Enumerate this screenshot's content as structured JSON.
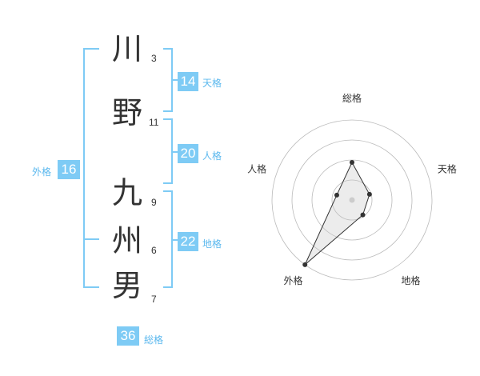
{
  "characters": [
    {
      "char": "川",
      "strokes": "3"
    },
    {
      "char": "野",
      "strokes": "11"
    },
    {
      "char": "九",
      "strokes": "9"
    },
    {
      "char": "州",
      "strokes": "6"
    },
    {
      "char": "男",
      "strokes": "7"
    }
  ],
  "fortunes": {
    "tenkaku": {
      "value": "14",
      "label": "天格"
    },
    "jinkaku": {
      "value": "20",
      "label": "人格"
    },
    "chikaku": {
      "value": "22",
      "label": "地格"
    },
    "gaikaku": {
      "value": "16",
      "label": "外格"
    },
    "soukaku": {
      "value": "36",
      "label": "総格"
    }
  },
  "colors": {
    "accent": "#7ecbf5",
    "label": "#5bb8ee",
    "text": "#333333"
  },
  "chart_data": {
    "type": "radar",
    "axes": [
      "総格",
      "天格",
      "地格",
      "外格",
      "人格"
    ],
    "values": [
      0.47,
      0.23,
      0.23,
      1.0,
      0.2
    ],
    "rings": 4,
    "range": [
      0,
      1
    ]
  }
}
